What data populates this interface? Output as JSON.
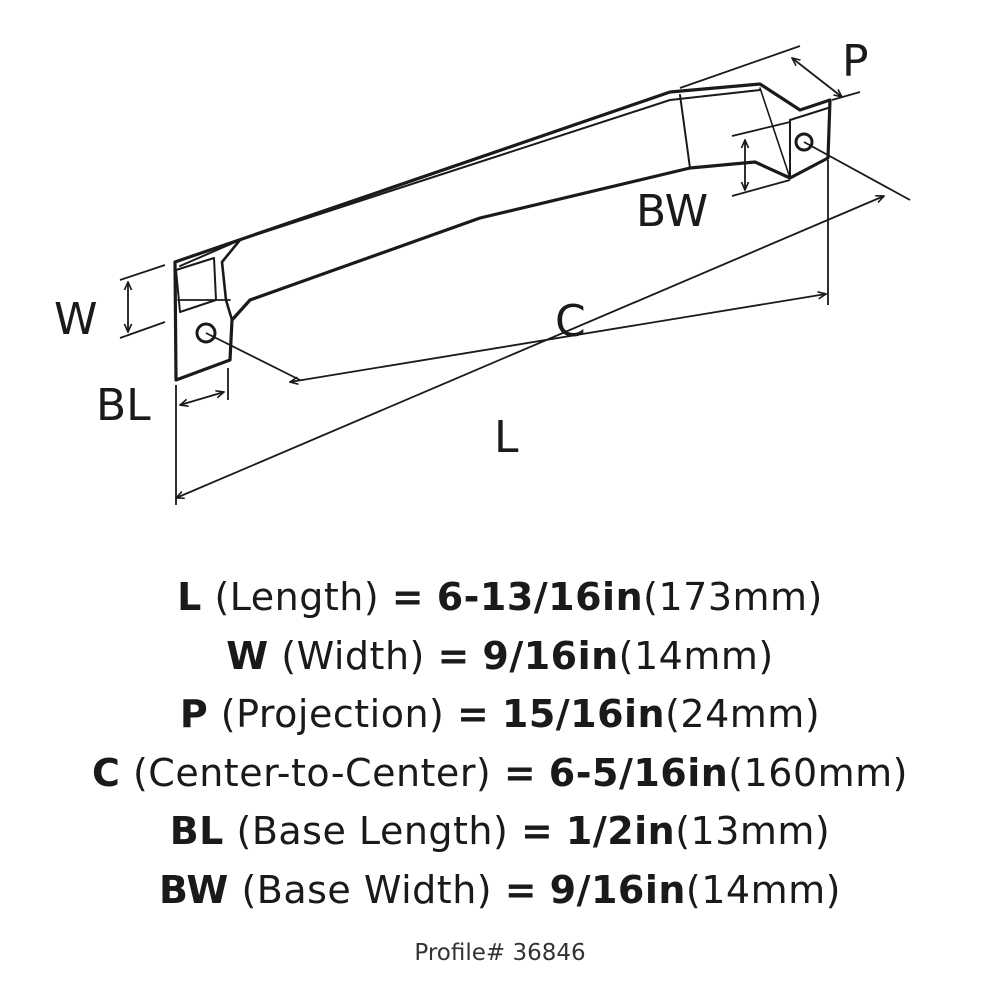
{
  "diagram": {
    "labels": {
      "p": "P",
      "bw": "BW",
      "w": "W",
      "c": "C",
      "bl": "BL",
      "l": "L"
    }
  },
  "specs": [
    {
      "code": "L",
      "name": "(Length)",
      "eq": "=",
      "imperial": "6-13/16in",
      "metric": "(173mm)"
    },
    {
      "code": "W",
      "name": "(Width)",
      "eq": "=",
      "imperial": "9/16in",
      "metric": "(14mm)"
    },
    {
      "code": "P",
      "name": "(Projection)",
      "eq": "=",
      "imperial": "15/16in",
      "metric": "(24mm)"
    },
    {
      "code": "C",
      "name": "(Center-to-Center)",
      "eq": "=",
      "imperial": "6-5/16in",
      "metric": "(160mm)"
    },
    {
      "code": "BL",
      "name": "(Base Length)",
      "eq": "=",
      "imperial": "1/2in",
      "metric": "(13mm)"
    },
    {
      "code": "BW",
      "name": "(Base Width)",
      "eq": "=",
      "imperial": "9/16in",
      "metric": "(14mm)"
    }
  ],
  "profile": "Profile# 36846"
}
